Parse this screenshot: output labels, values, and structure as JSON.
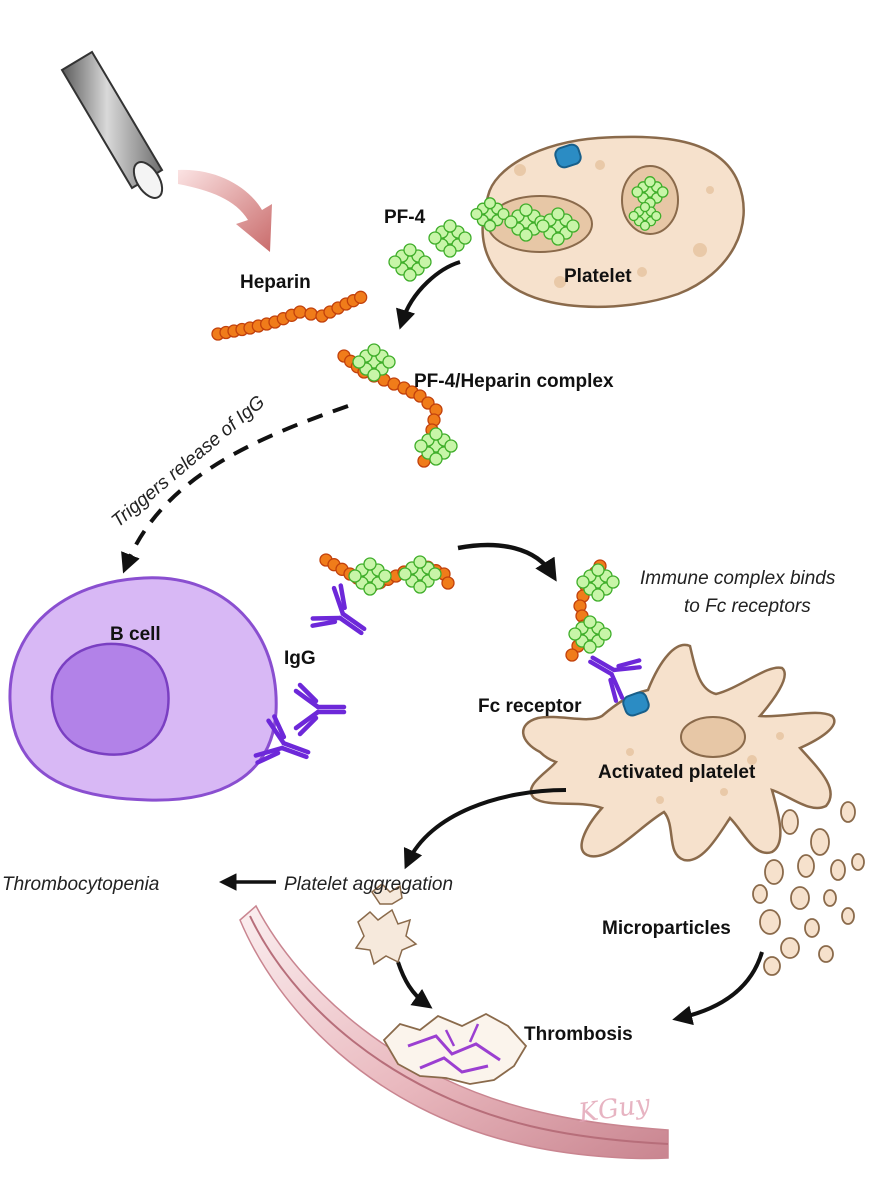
{
  "labels": {
    "pf4": "PF-4",
    "heparin": "Heparin",
    "platelet": "Platelet",
    "pf4_heparin_complex": "PF-4/Heparin complex",
    "triggers_release": "Triggers release of IgG",
    "b_cell": "B cell",
    "igg": "IgG",
    "immune_complex_line1": "Immune complex binds",
    "immune_complex_line2": "to Fc receptors",
    "fc_receptor": "Fc receptor",
    "activated_platelet": "Activated platelet",
    "platelet_aggregation": "Platelet aggregation",
    "thrombocytopenia": "Thrombocytopenia",
    "microparticles": "Microparticles",
    "thrombosis": "Thrombosis",
    "signature": "KGuy"
  },
  "colors": {
    "heparin_bead": "#f07c1a",
    "heparin_bead_edge": "#c2410c",
    "pf4_bead": "#c8f5a8",
    "pf4_bead_edge": "#3fae2a",
    "platelet_fill": "#f6e1cc",
    "platelet_edge": "#8a6a4b",
    "bcell_fill": "#d8b8f5",
    "bcell_edge": "#8a4fd0",
    "nucleus_fill": "#b282e8",
    "igg": "#6d28d9",
    "fc_receptor": "#2b8cc4",
    "vessel": "#c8848e",
    "arrow_pink": "#d98080",
    "arrow_black": "#111111"
  },
  "icons": [
    "syringe-needle-icon",
    "fc-receptor-icon",
    "igg-antibody-icon"
  ]
}
